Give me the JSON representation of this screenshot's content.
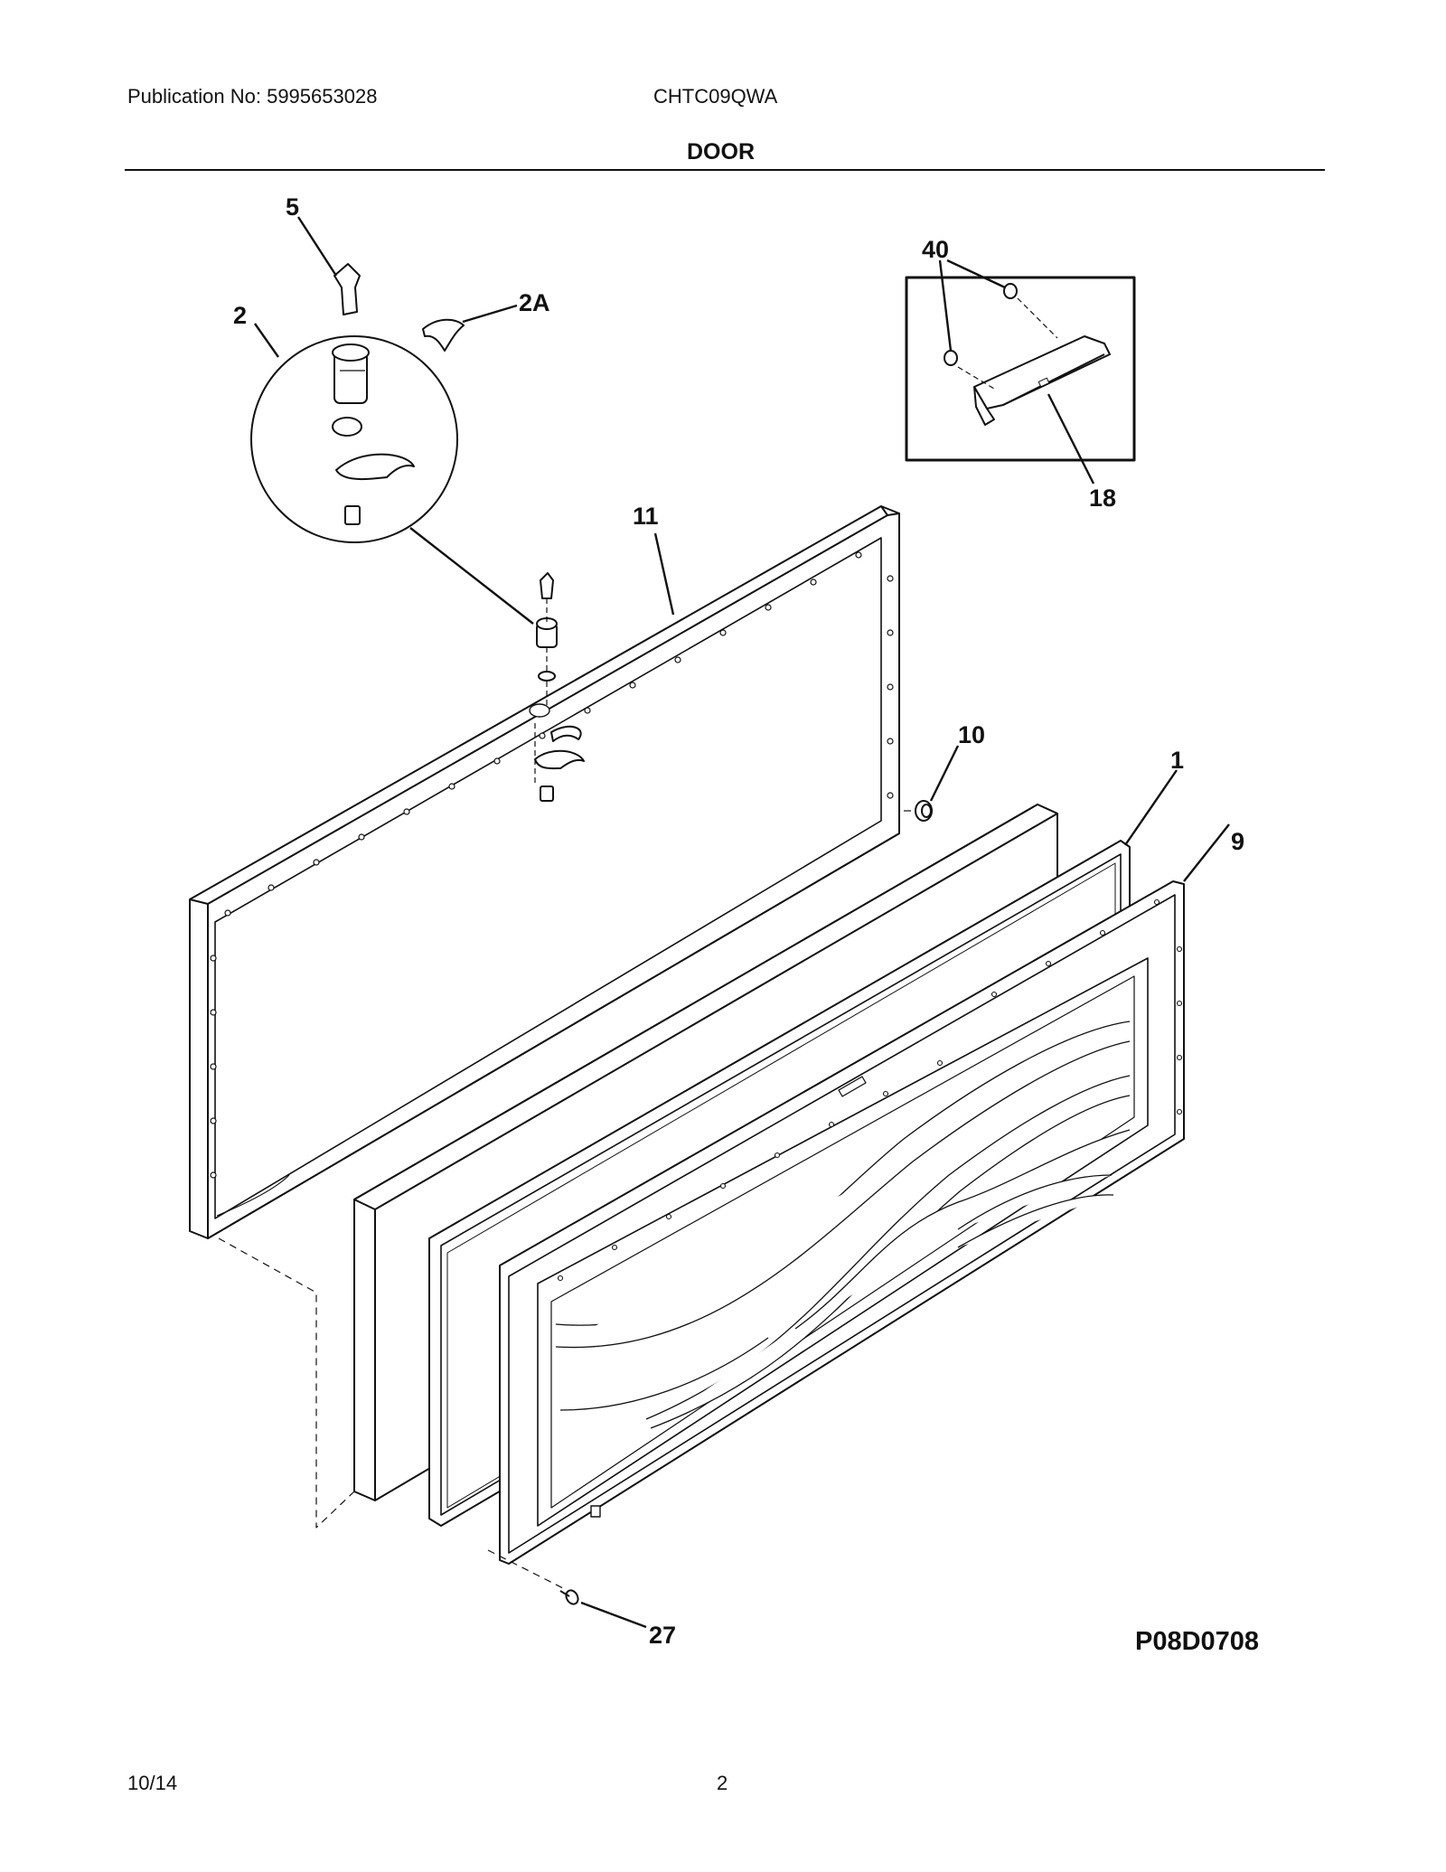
{
  "header": {
    "publication": "Publication No: 5995653028",
    "model": "CHTC09QWA",
    "section_title": "DOOR"
  },
  "callouts": {
    "c5": "5",
    "c2": "2",
    "c2A": "2A",
    "c40": "40",
    "c18": "18",
    "c11": "11",
    "c10": "10",
    "c1": "1",
    "c9": "9",
    "c27": "27"
  },
  "diagram_code": "P08D0708",
  "footer": {
    "date": "10/14",
    "page": "2"
  }
}
